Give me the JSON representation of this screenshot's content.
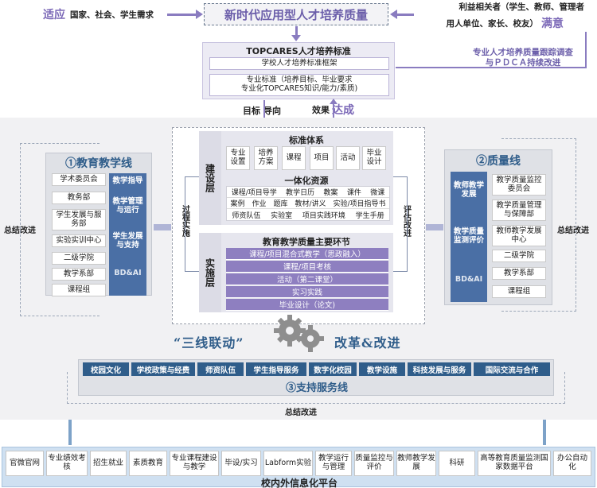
{
  "top": {
    "adapt_label": "适应",
    "adapt_text": "国家、社会、学生需求",
    "title": "新时代应用型人才培养质量",
    "stakeholders_line1": "利益相关者（学生、教师、管理者",
    "stakeholders_line2": "用人单位、家长、校友）",
    "satisfied_label": "满意",
    "track_line1": "专业人才培养质量跟踪调查",
    "track_line2": "与ＰＤＣＡ持续改进"
  },
  "standard": {
    "title": "TOPCARES人才培养标准",
    "item1": "学校人才培养标准框架",
    "item2_line1": "专业标准（培养目标、毕业要求",
    "item2_line2": "专业化TOPCARES知识/能力/素质)",
    "goal_label": "目标",
    "guide_label": "导向",
    "effect_label": "效果",
    "achieve_label": "达成"
  },
  "left": {
    "title": "①教育教学线",
    "items": [
      "学术委员会",
      "教务部",
      "学生发展与服务部",
      "实验实训中心",
      "二级学院",
      "教学系部",
      "课程组"
    ],
    "bar_items": [
      "教学指导",
      "教学管理与运行",
      "学生发展与支持",
      "BD&AI"
    ],
    "side_label": "总结改进"
  },
  "right": {
    "title": "②质量线",
    "bar_items": [
      "教师教学发展",
      "教学质量监测评价",
      "BD&AI"
    ],
    "items": [
      "教学质量监控委员会",
      "教学质量管理与保障部",
      "教师教学发展中心",
      "二级学院",
      "教学系部",
      "课程组"
    ],
    "side_label": "总结改进"
  },
  "center": {
    "build_layer": "建设层",
    "impl_layer": "实施层",
    "process_impl": "过程实施",
    "eval_improve": "评估改进",
    "std_title": "标准体系",
    "std_items": [
      "专业设置",
      "培养方案",
      "课程",
      "项目",
      "活动",
      "毕业设计"
    ],
    "res_title": "一体化资源",
    "res_row1": [
      "课程/项目导学",
      "教学日历",
      "教案",
      "课件",
      "微课"
    ],
    "res_row2": [
      "案例",
      "作业",
      "题库",
      "教材/讲义",
      "实验/项目指导书"
    ],
    "res_row3": [
      "师资队伍",
      "实验室",
      "项目实践环境",
      "学生手册"
    ],
    "quality_title": "教育教学质量主要环节",
    "quality_items": [
      "课程/项目混合式教学（思政融入）",
      "课程/项目考核",
      "活动（第二课堂）",
      "实习实践",
      "毕业设计（论文)"
    ]
  },
  "linkage": {
    "left_text": "“三线联动”",
    "right_text": "改革&改进"
  },
  "support": {
    "items": [
      "校园文化",
      "学校政策与经费",
      "师资队伍",
      "学生指导服务",
      "数字化校园",
      "教学设施",
      "科技发展与服务",
      "国际交流与合作"
    ],
    "title": "③支持服务线",
    "improve_label": "总结改进"
  },
  "bottom": {
    "items": [
      "官微官网",
      "专业绩效考核",
      "招生就业",
      "素质教育",
      "专业课程建设与教学",
      "毕设/实习",
      "Labform实验",
      "教学运行与管理",
      "质量监控与评价",
      "教师教学发展",
      "科研",
      "高等教育质量监测国家数据平台",
      "办公自动化"
    ],
    "title": "校内外信息化平台"
  }
}
